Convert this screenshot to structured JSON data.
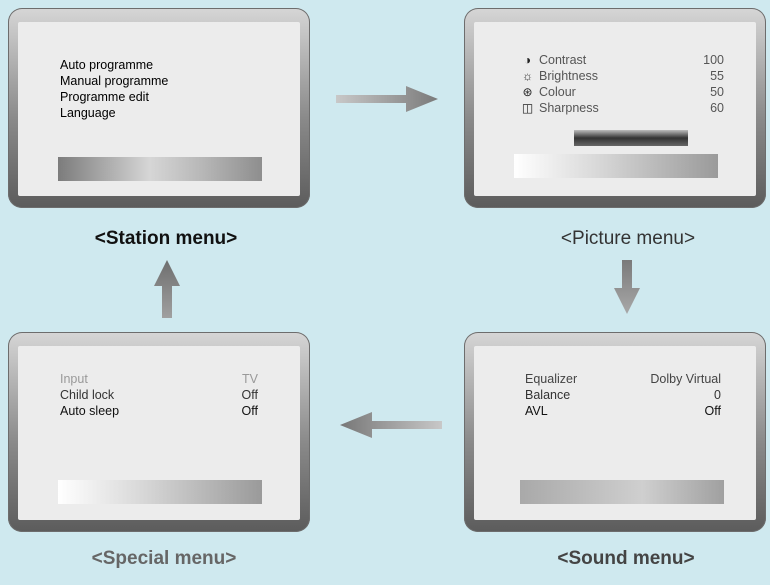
{
  "station": {
    "caption": "<Station menu>",
    "items": [
      "Auto programme",
      "Manual programme",
      "Programme edit",
      "Language"
    ]
  },
  "picture": {
    "caption": "<Picture menu>",
    "rows": [
      {
        "icon": "contrast-icon",
        "glyph": "◑",
        "label": "Contrast",
        "value": "100"
      },
      {
        "icon": "brightness-icon",
        "glyph": "☼",
        "label": "Brightness",
        "value": "55"
      },
      {
        "icon": "colour-icon",
        "glyph": "⊛",
        "label": "Colour",
        "value": "50"
      },
      {
        "icon": "sharpness-icon",
        "glyph": "◫",
        "label": "Sharpness",
        "value": "60"
      }
    ]
  },
  "special": {
    "caption": "<Special menu>",
    "rows": [
      {
        "label": "Input",
        "value": "TV"
      },
      {
        "label": "Child lock",
        "value": "Off"
      },
      {
        "label": "Auto sleep",
        "value": "Off"
      }
    ]
  },
  "sound": {
    "caption": "<Sound menu>",
    "rows": [
      {
        "label": "Equalizer",
        "value": "Dolby Virtual"
      },
      {
        "label": "Balance",
        "value": "0"
      },
      {
        "label": "AVL",
        "value": "Off"
      }
    ]
  },
  "colors": {
    "background": "#cfe9ef",
    "arrow": "#8a8a8a"
  }
}
